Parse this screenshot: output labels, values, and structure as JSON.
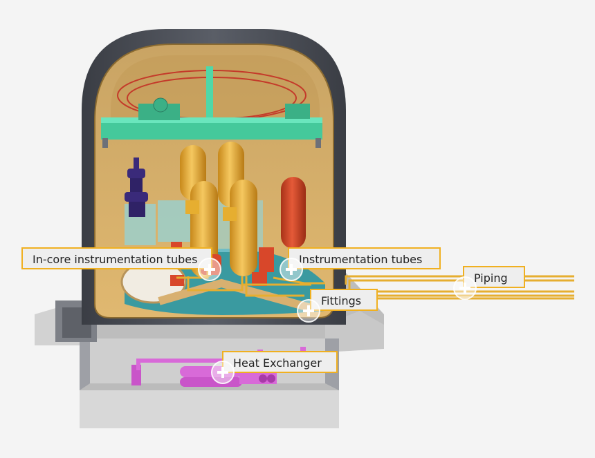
{
  "hotspots": [
    {
      "id": "in-core-instrumentation-tubes",
      "label": "In-core instrumentation tubes"
    },
    {
      "id": "instrumentation-tubes",
      "label": "Instrumentation tubes"
    },
    {
      "id": "piping",
      "label": "Piping"
    },
    {
      "id": "fittings",
      "label": "Fittings"
    },
    {
      "id": "heat-exchanger",
      "label": "Heat Exchanger"
    }
  ],
  "colors": {
    "callout_border": "#f0b020",
    "vessel_shell": "#4a4d55",
    "interior": "#d4a860",
    "crane": "#4fd8a8",
    "steam_generator": "#e6ae30",
    "pressurizer": "#d8472a",
    "pump": "#3a2a7a",
    "heat_exchanger": "#d86ad8",
    "pool": "#3a9aa0"
  }
}
